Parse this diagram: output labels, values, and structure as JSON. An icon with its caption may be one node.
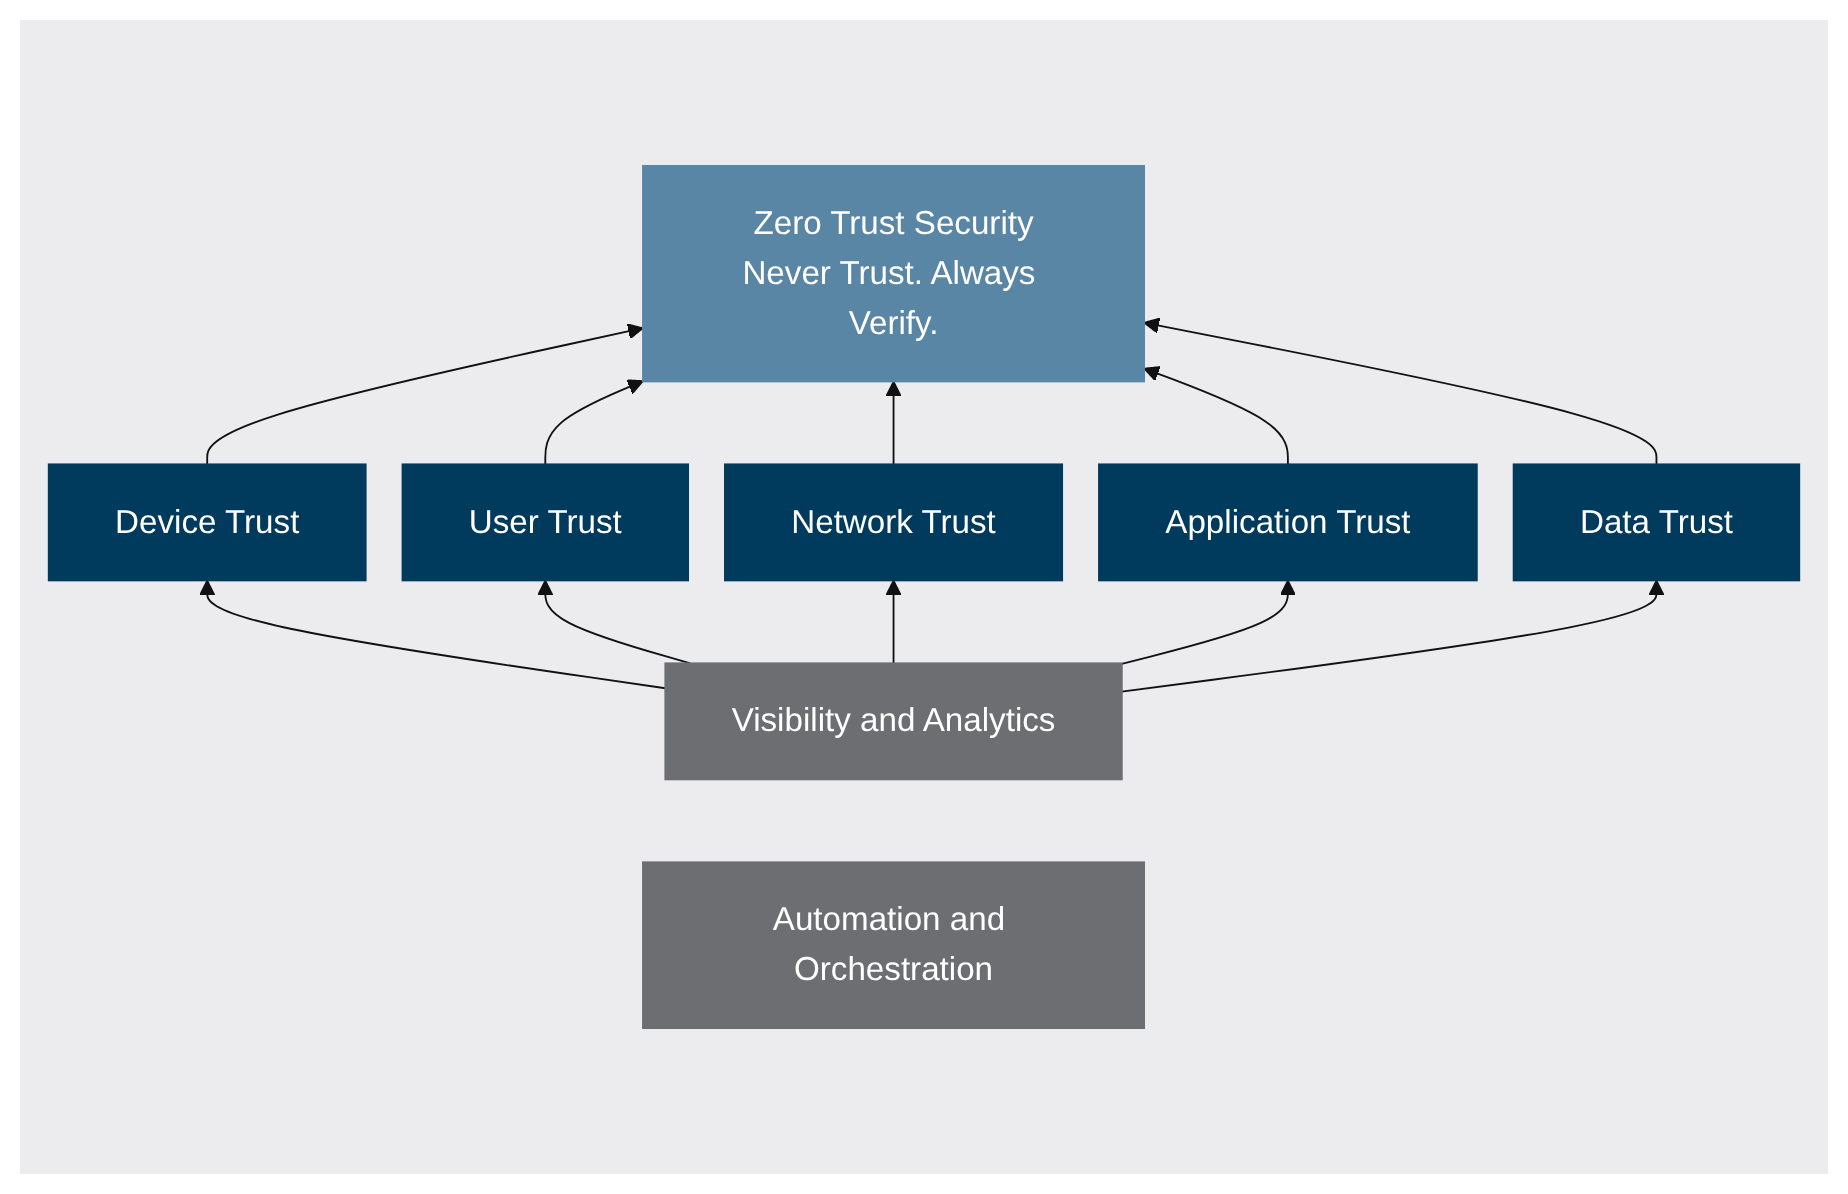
{
  "diagram": {
    "nodes": [
      {
        "text": [
          "Zero Trust Security",
          "Never Trust. Always Verify."
        ]
      },
      {
        "text": [
          "Device Trust"
        ]
      },
      {
        "text": [
          "User Trust"
        ]
      },
      {
        "text": [
          "Network Trust"
        ]
      },
      {
        "text": [
          "Application Trust"
        ]
      },
      {
        "text": [
          "Data Trust"
        ]
      },
      {
        "text": [
          "Visibility and Analytics"
        ]
      },
      {
        "text": [
          "Automation and Orchestration"
        ]
      }
    ],
    "edges": [
      {
        "from": 1,
        "to": 0,
        "arrow": "to"
      },
      {
        "from": 2,
        "to": 0,
        "arrow": "to"
      },
      {
        "from": 3,
        "to": 0,
        "arrow": "to"
      },
      {
        "from": 4,
        "to": 0,
        "arrow": "to"
      },
      {
        "from": 5,
        "to": 0,
        "arrow": "to"
      },
      {
        "from": 6,
        "to": 1,
        "arrow": "to"
      },
      {
        "from": 6,
        "to": 2,
        "arrow": "to"
      },
      {
        "from": 6,
        "to": 3,
        "arrow": "to"
      },
      {
        "from": 6,
        "to": 4,
        "arrow": "to"
      },
      {
        "from": 6,
        "to": 5,
        "arrow": "to"
      }
    ]
  }
}
